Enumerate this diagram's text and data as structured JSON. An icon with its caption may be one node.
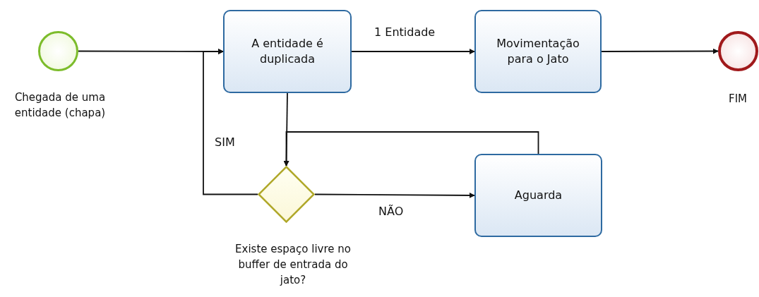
{
  "diagram": {
    "nodes": [
      {
        "text": [],
        "shape": "circle",
        "beside": [
          "Chegada de uma entidade (chapa)"
        ]
      },
      {
        "text": [
          "A entidade é duplicada"
        ]
      },
      {
        "text": [
          "Movimentação para o Jato"
        ]
      },
      {
        "text": [],
        "shape": "circle",
        "beside": [
          "FIM"
        ]
      },
      {
        "text": [],
        "shape": "diamond",
        "beside": [
          "Existe espaço livre no buffer de entrada do jato?"
        ]
      },
      {
        "text": [
          "Aguarda"
        ]
      }
    ],
    "edges": [
      {
        "from": 0,
        "to": 1,
        "arrow": "to"
      },
      {
        "from": 1,
        "to": 2,
        "arrow": "to",
        "label": "1 Entidade"
      },
      {
        "from": 2,
        "to": 3,
        "arrow": "to"
      },
      {
        "from": 1,
        "to": 4,
        "arrow": "to"
      },
      {
        "from": 4,
        "to": 1,
        "arrow": "to",
        "label": "SIM"
      },
      {
        "from": 4,
        "to": 5,
        "arrow": "to",
        "label": "NÃO"
      },
      {
        "from": 5,
        "to": 4,
        "arrow": "to"
      }
    ]
  }
}
